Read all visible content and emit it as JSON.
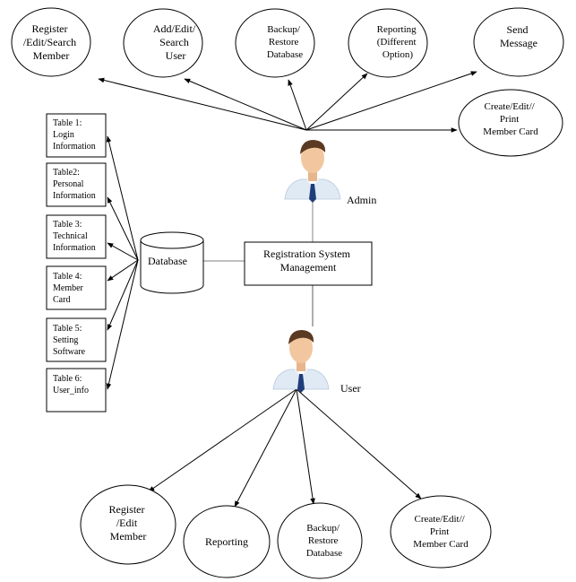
{
  "admin": {
    "label": "Admin",
    "functions": [
      {
        "lines": [
          "Register",
          "/Edit/Search",
          "Member"
        ]
      },
      {
        "lines": [
          "Add/Edit/",
          "Search",
          "User"
        ]
      },
      {
        "lines": [
          "Backup/",
          "Restore",
          "Database"
        ]
      },
      {
        "lines": [
          "Reporting",
          "(Different",
          "Option)"
        ]
      },
      {
        "lines": [
          "Send",
          "Message"
        ]
      },
      {
        "lines": [
          "Create/Edit//",
          "Print",
          "Member Card"
        ]
      }
    ]
  },
  "system": {
    "lines": [
      "Registration System",
      "Management"
    ]
  },
  "database": {
    "label": "Database"
  },
  "tables": [
    {
      "lines": [
        "Table 1:",
        "Login",
        "Information"
      ]
    },
    {
      "lines": [
        "Table2:",
        "Personal",
        "Information"
      ]
    },
    {
      "lines": [
        "Table 3:",
        "Technical",
        "Information"
      ]
    },
    {
      "lines": [
        "Table 4:",
        "Member",
        "Card"
      ]
    },
    {
      "lines": [
        "Table 5:",
        "Setting",
        "Software"
      ]
    },
    {
      "lines": [
        "Table 6:",
        "User_info"
      ]
    }
  ],
  "user": {
    "label": "User",
    "functions": [
      {
        "lines": [
          "Register",
          "/Edit",
          "Member"
        ]
      },
      {
        "lines": [
          "Reporting"
        ]
      },
      {
        "lines": [
          "Backup/",
          "Restore",
          "Database"
        ]
      },
      {
        "lines": [
          "Create/Edit//",
          "Print",
          "Member Card"
        ]
      }
    ]
  },
  "colors": {
    "line": "#000000",
    "connector": "#999999",
    "skin": "#f2c79f",
    "hair": "#5a3a22",
    "shirt": "#dfeaf5",
    "tie": "#1f3d7a"
  }
}
